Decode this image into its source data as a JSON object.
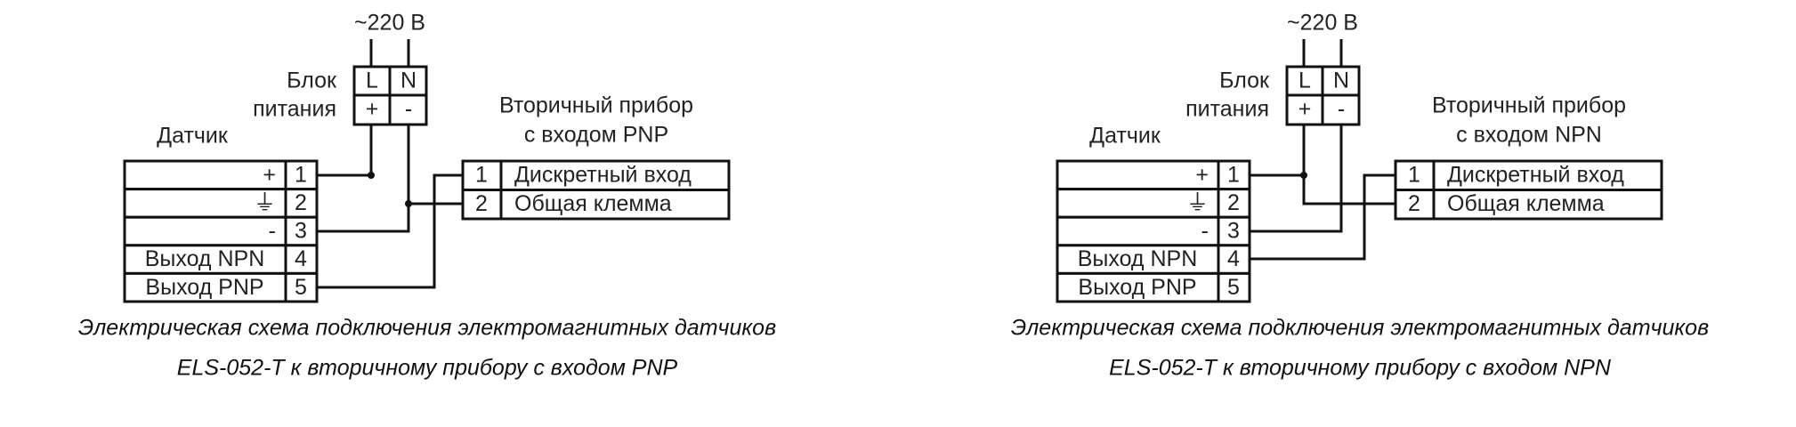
{
  "diagrams": [
    {
      "variant": "PNP",
      "supply_label": "~220 В",
      "power_block": {
        "title_line1": "Блок",
        "title_line2": "питания",
        "terminals_top": [
          "L",
          "N"
        ],
        "terminals_bottom": [
          "+",
          "-"
        ]
      },
      "sensor": {
        "title": "Датчик",
        "rows": [
          {
            "label": "+",
            "num": "1"
          },
          {
            "label": "⏚",
            "num": "2"
          },
          {
            "label": "-",
            "num": "3"
          },
          {
            "label": "Выход NPN",
            "num": "4"
          },
          {
            "label": "Выход PNP",
            "num": "5"
          }
        ]
      },
      "device": {
        "title_line1": "Вторичный прибор",
        "title_line2": "с входом PNP",
        "rows": [
          {
            "num": "1",
            "label": "Дискретный вход"
          },
          {
            "num": "2",
            "label": "Общая клемма"
          }
        ]
      },
      "caption_line1": "Электрическая схема подключения электромагнитных датчиков",
      "caption_line2": "ELS-052-T к вторичному прибору с входом PNP"
    },
    {
      "variant": "NPN",
      "supply_label": "~220 В",
      "power_block": {
        "title_line1": "Блок",
        "title_line2": "питания",
        "terminals_top": [
          "L",
          "N"
        ],
        "terminals_bottom": [
          "+",
          "-"
        ]
      },
      "sensor": {
        "title": "Датчик",
        "rows": [
          {
            "label": "+",
            "num": "1"
          },
          {
            "label": "⏚",
            "num": "2"
          },
          {
            "label": "-",
            "num": "3"
          },
          {
            "label": "Выход NPN",
            "num": "4"
          },
          {
            "label": "Выход PNP",
            "num": "5"
          }
        ]
      },
      "device": {
        "title_line1": "Вторичный прибор",
        "title_line2": "с входом NPN",
        "rows": [
          {
            "num": "1",
            "label": "Дискретный вход"
          },
          {
            "num": "2",
            "label": "Общая клемма"
          }
        ]
      },
      "caption_line1": "Электрическая схема подключения электромагнитных датчиков",
      "caption_line2": "ELS-052-T к вторичному прибору с входом NPN"
    }
  ]
}
